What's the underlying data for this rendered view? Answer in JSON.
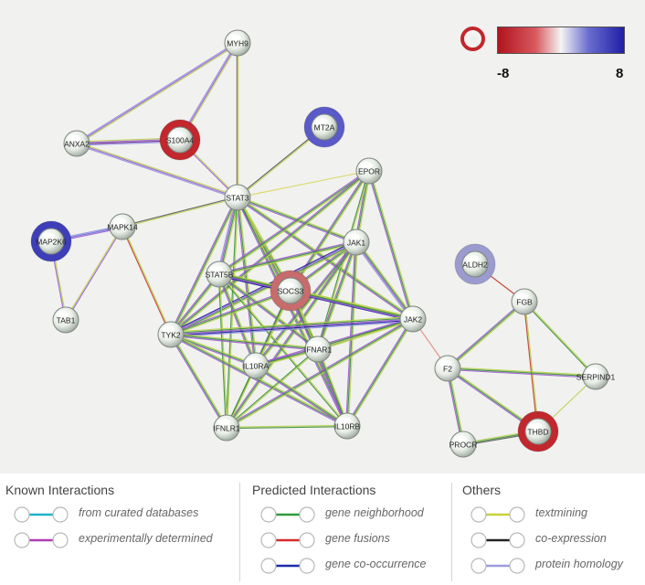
{
  "network": {
    "nodes": [
      {
        "id": "MYH9",
        "label": "MYH9",
        "ring": null
      },
      {
        "id": "ANXA2",
        "label": "ANXA2",
        "ring": null
      },
      {
        "id": "S100A4",
        "label": "S100A4",
        "ring": "#c1272d"
      },
      {
        "id": "MT2A",
        "label": "MT2A",
        "ring": "#5a5ac8"
      },
      {
        "id": "STAT3",
        "label": "STAT3",
        "ring": null
      },
      {
        "id": "EPOR",
        "label": "EPOR",
        "ring": null
      },
      {
        "id": "MAPK14",
        "label": "MAPK14",
        "ring": null
      },
      {
        "id": "MAP2K6",
        "label": "MAP2K6",
        "ring": "#3e3eb8"
      },
      {
        "id": "JAK1",
        "label": "JAK1",
        "ring": null
      },
      {
        "id": "STAT5B",
        "label": "STAT5B",
        "ring": null
      },
      {
        "id": "SOCS3",
        "label": "SOCS3",
        "ring": "#c76b6d"
      },
      {
        "id": "TAB1",
        "label": "TAB1",
        "ring": null
      },
      {
        "id": "TYK2",
        "label": "TYK2",
        "ring": null
      },
      {
        "id": "JAK2",
        "label": "JAK2",
        "ring": null
      },
      {
        "id": "IFNAR1",
        "label": "IFNAR1",
        "ring": null
      },
      {
        "id": "IL10RA",
        "label": "IL10RA",
        "ring": null
      },
      {
        "id": "IFNLR1",
        "label": "IFNLR1",
        "ring": null
      },
      {
        "id": "IL10RB",
        "label": "IL10RB",
        "ring": null
      },
      {
        "id": "ALDH2",
        "label": "ALDH2",
        "ring": "#9b9bcf"
      },
      {
        "id": "FGB",
        "label": "FGB",
        "ring": null
      },
      {
        "id": "F2",
        "label": "F2",
        "ring": null
      },
      {
        "id": "SERPIND1",
        "label": "SERPIND1",
        "ring": null
      },
      {
        "id": "PROCR",
        "label": "PROCR",
        "ring": null
      },
      {
        "id": "THBD",
        "label": "THBD",
        "ring": "#c1272d"
      }
    ],
    "edges": [
      {
        "s": "MYH9",
        "t": "ANXA2",
        "colors": [
          "#b7d14a",
          "#9b59d0",
          "#8f8fe0"
        ]
      },
      {
        "s": "MYH9",
        "t": "S100A4",
        "colors": [
          "#b7d14a",
          "#9b59d0",
          "#8f8fe0"
        ]
      },
      {
        "s": "MYH9",
        "t": "STAT3",
        "colors": [
          "#c5c04a",
          "#707050"
        ]
      },
      {
        "s": "ANXA2",
        "t": "S100A4",
        "colors": [
          "#b7d14a",
          "#9b59d0",
          "#6a2a8a",
          "#8f8fe0"
        ]
      },
      {
        "s": "ANXA2",
        "t": "STAT3",
        "colors": [
          "#b7d14a",
          "#9b59d0",
          "#8f8fe0"
        ]
      },
      {
        "s": "S100A4",
        "t": "STAT3",
        "colors": [
          "#b7d14a",
          "#9b59d0"
        ]
      },
      {
        "s": "MT2A",
        "t": "STAT3",
        "colors": [
          "#b7d14a",
          "#555555"
        ]
      },
      {
        "s": "STAT3",
        "t": "EPOR",
        "colors": [
          "#d8d860"
        ]
      },
      {
        "s": "STAT3",
        "t": "MAPK14",
        "colors": [
          "#b7d14a",
          "#555555"
        ]
      },
      {
        "s": "MAPK14",
        "t": "MAP2K6",
        "colors": [
          "#9b59d0",
          "#6a6ad8",
          "#8f8fe0"
        ]
      },
      {
        "s": "MAPK14",
        "t": "TAB1",
        "colors": [
          "#9b59d0",
          "#b7d14a"
        ]
      },
      {
        "s": "MAP2K6",
        "t": "TAB1",
        "colors": [
          "#b7d14a",
          "#9b59d0"
        ]
      },
      {
        "s": "MAPK14",
        "t": "TYK2",
        "colors": [
          "#b7d14a",
          "#c0392b"
        ]
      },
      {
        "s": "STAT3",
        "t": "JAK1",
        "colors": [
          "#b7d14a",
          "#3a8c3a",
          "#9b59d0"
        ]
      },
      {
        "s": "STAT3",
        "t": "STAT5B",
        "colors": [
          "#b7d14a",
          "#3a8c3a",
          "#9b59d0",
          "#8f8fe0"
        ]
      },
      {
        "s": "STAT3",
        "t": "SOCS3",
        "colors": [
          "#b7d14a",
          "#3a8c3a",
          "#9b59d0"
        ]
      },
      {
        "s": "STAT3",
        "t": "TYK2",
        "colors": [
          "#b7d14a",
          "#3a8c3a",
          "#9b59d0"
        ]
      },
      {
        "s": "STAT3",
        "t": "JAK2",
        "colors": [
          "#b7d14a",
          "#3a8c3a",
          "#9b59d0"
        ]
      },
      {
        "s": "STAT3",
        "t": "IFNAR1",
        "colors": [
          "#b7d14a",
          "#3a8c3a",
          "#9b59d0"
        ]
      },
      {
        "s": "STAT3",
        "t": "IL10RA",
        "colors": [
          "#b7d14a",
          "#3a8c3a",
          "#9b59d0"
        ]
      },
      {
        "s": "STAT3",
        "t": "IFNLR1",
        "colors": [
          "#b7d14a",
          "#3a8c3a"
        ]
      },
      {
        "s": "STAT3",
        "t": "IL10RB",
        "colors": [
          "#b7d14a",
          "#3a8c3a",
          "#9b59d0"
        ]
      },
      {
        "s": "EPOR",
        "t": "JAK1",
        "colors": [
          "#b7d14a",
          "#3a8c3a",
          "#9b59d0"
        ]
      },
      {
        "s": "EPOR",
        "t": "STAT5B",
        "colors": [
          "#b7d14a",
          "#3a8c3a",
          "#9b59d0"
        ]
      },
      {
        "s": "EPOR",
        "t": "SOCS3",
        "colors": [
          "#b7d14a",
          "#3a8c3a",
          "#9b59d0"
        ]
      },
      {
        "s": "EPOR",
        "t": "TYK2",
        "colors": [
          "#b7d14a",
          "#3a8c3a",
          "#9b59d0"
        ]
      },
      {
        "s": "EPOR",
        "t": "JAK2",
        "colors": [
          "#b7d14a",
          "#3a8c3a",
          "#9b59d0"
        ]
      },
      {
        "s": "EPOR",
        "t": "IFNAR1",
        "colors": [
          "#b7d14a",
          "#3a8c3a"
        ]
      },
      {
        "s": "JAK1",
        "t": "STAT5B",
        "colors": [
          "#b7d14a",
          "#3a8c3a",
          "#9b59d0"
        ]
      },
      {
        "s": "JAK1",
        "t": "SOCS3",
        "colors": [
          "#b7d14a",
          "#3a8c3a",
          "#9b59d0"
        ]
      },
      {
        "s": "JAK1",
        "t": "TYK2",
        "colors": [
          "#b7d14a",
          "#3a8c3a",
          "#9b59d0",
          "#1a1aa0"
        ]
      },
      {
        "s": "JAK1",
        "t": "JAK2",
        "colors": [
          "#b7d14a",
          "#3a8c3a",
          "#9b59d0",
          "#8f8fe0"
        ]
      },
      {
        "s": "JAK1",
        "t": "IFNAR1",
        "colors": [
          "#b7d14a",
          "#3a8c3a",
          "#9b59d0"
        ]
      },
      {
        "s": "JAK1",
        "t": "IL10RA",
        "colors": [
          "#b7d14a",
          "#3a8c3a",
          "#9b59d0"
        ]
      },
      {
        "s": "JAK1",
        "t": "IFNLR1",
        "colors": [
          "#b7d14a",
          "#3a8c3a",
          "#9b59d0"
        ]
      },
      {
        "s": "JAK1",
        "t": "IL10RB",
        "colors": [
          "#b7d14a",
          "#3a8c3a",
          "#9b59d0"
        ]
      },
      {
        "s": "STAT5B",
        "t": "SOCS3",
        "colors": [
          "#b7d14a",
          "#3a8c3a",
          "#9b59d0"
        ]
      },
      {
        "s": "STAT5B",
        "t": "TYK2",
        "colors": [
          "#b7d14a",
          "#3a8c3a",
          "#9b59d0"
        ]
      },
      {
        "s": "STAT5B",
        "t": "JAK2",
        "colors": [
          "#b7d14a",
          "#3a8c3a",
          "#9b59d0",
          "#1a1aa0"
        ]
      },
      {
        "s": "STAT5B",
        "t": "IFNAR1",
        "colors": [
          "#b7d14a",
          "#3a8c3a",
          "#9b59d0"
        ]
      },
      {
        "s": "STAT5B",
        "t": "IL10RA",
        "colors": [
          "#b7d14a",
          "#3a8c3a",
          "#9b59d0"
        ]
      },
      {
        "s": "STAT5B",
        "t": "IFNLR1",
        "colors": [
          "#b7d14a",
          "#3a8c3a"
        ]
      },
      {
        "s": "STAT5B",
        "t": "IL10RB",
        "colors": [
          "#b7d14a",
          "#3a8c3a"
        ]
      },
      {
        "s": "SOCS3",
        "t": "TYK2",
        "colors": [
          "#b7d14a",
          "#3a8c3a",
          "#9b59d0"
        ]
      },
      {
        "s": "SOCS3",
        "t": "JAK2",
        "colors": [
          "#b7d14a",
          "#3a8c3a",
          "#9b59d0"
        ]
      },
      {
        "s": "SOCS3",
        "t": "IFNAR1",
        "colors": [
          "#b7d14a",
          "#3a8c3a",
          "#9b59d0"
        ]
      },
      {
        "s": "SOCS3",
        "t": "IL10RA",
        "colors": [
          "#b7d14a",
          "#3a8c3a",
          "#9b59d0"
        ]
      },
      {
        "s": "SOCS3",
        "t": "IFNLR1",
        "colors": [
          "#b7d14a",
          "#3a8c3a"
        ]
      },
      {
        "s": "SOCS3",
        "t": "IL10RB",
        "colors": [
          "#b7d14a",
          "#3a8c3a",
          "#9b59d0"
        ]
      },
      {
        "s": "TYK2",
        "t": "JAK2",
        "colors": [
          "#b7d14a",
          "#3a8c3a",
          "#9b59d0",
          "#1a1aa0",
          "#8f8fe0"
        ]
      },
      {
        "s": "TYK2",
        "t": "IFNAR1",
        "colors": [
          "#b7d14a",
          "#3a8c3a",
          "#9b59d0"
        ]
      },
      {
        "s": "TYK2",
        "t": "IL10RA",
        "colors": [
          "#b7d14a",
          "#3a8c3a",
          "#9b59d0"
        ]
      },
      {
        "s": "TYK2",
        "t": "IFNLR1",
        "colors": [
          "#b7d14a",
          "#3a8c3a",
          "#9b59d0"
        ]
      },
      {
        "s": "TYK2",
        "t": "IL10RB",
        "colors": [
          "#b7d14a",
          "#3a8c3a",
          "#9b59d0"
        ]
      },
      {
        "s": "JAK2",
        "t": "IFNAR1",
        "colors": [
          "#b7d14a",
          "#3a8c3a",
          "#9b59d0"
        ]
      },
      {
        "s": "JAK2",
        "t": "IL10RA",
        "colors": [
          "#b7d14a",
          "#3a8c3a",
          "#9b59d0"
        ]
      },
      {
        "s": "JAK2",
        "t": "IFNLR1",
        "colors": [
          "#b7d14a",
          "#3a8c3a",
          "#9b59d0"
        ]
      },
      {
        "s": "JAK2",
        "t": "IL10RB",
        "colors": [
          "#b7d14a",
          "#3a8c3a",
          "#9b59d0"
        ]
      },
      {
        "s": "IFNAR1",
        "t": "IL10RA",
        "colors": [
          "#b7d14a",
          "#3a8c3a",
          "#9b59d0"
        ]
      },
      {
        "s": "IFNAR1",
        "t": "IFNLR1",
        "colors": [
          "#b7d14a",
          "#3a8c3a"
        ]
      },
      {
        "s": "IFNAR1",
        "t": "IL10RB",
        "colors": [
          "#b7d14a",
          "#3a8c3a",
          "#9b59d0"
        ]
      },
      {
        "s": "IL10RA",
        "t": "IFNLR1",
        "colors": [
          "#b7d14a",
          "#3a8c3a"
        ]
      },
      {
        "s": "IL10RA",
        "t": "IL10RB",
        "colors": [
          "#b7d14a",
          "#3a8c3a",
          "#9b59d0"
        ]
      },
      {
        "s": "IFNLR1",
        "t": "IL10RB",
        "colors": [
          "#b7d14a",
          "#3a8c3a"
        ]
      },
      {
        "s": "JAK2",
        "t": "F2",
        "colors": [
          "#e08a7a"
        ]
      },
      {
        "s": "ALDH2",
        "t": "FGB",
        "colors": [
          "#c0392b"
        ]
      },
      {
        "s": "FGB",
        "t": "F2",
        "colors": [
          "#b7d14a",
          "#3a8c3a",
          "#9b59d0"
        ]
      },
      {
        "s": "FGB",
        "t": "SERPIND1",
        "colors": [
          "#b7d14a",
          "#3a8c3a"
        ]
      },
      {
        "s": "FGB",
        "t": "THBD",
        "colors": [
          "#b7d14a",
          "#c0392b"
        ]
      },
      {
        "s": "F2",
        "t": "SERPIND1",
        "colors": [
          "#b7d14a",
          "#3a8c3a",
          "#9b59d0"
        ]
      },
      {
        "s": "F2",
        "t": "PROCR",
        "colors": [
          "#b7d14a",
          "#3a8c3a",
          "#9b59d0"
        ]
      },
      {
        "s": "F2",
        "t": "THBD",
        "colors": [
          "#b7d14a",
          "#3a8c3a",
          "#9b59d0"
        ]
      },
      {
        "s": "PROCR",
        "t": "THBD",
        "colors": [
          "#b7d14a",
          "#3a8c3a",
          "#555555"
        ]
      },
      {
        "s": "SERPIND1",
        "t": "THBD",
        "colors": [
          "#b7d14a"
        ]
      }
    ]
  },
  "color_scale": {
    "min_label": "-8",
    "max_label": "8",
    "low_color": "#b0141e",
    "mid_color": "#f4f4f4",
    "high_color": "#1f1fa6"
  },
  "legend": {
    "known": {
      "title": "Known Interactions",
      "items": [
        {
          "label": "from curated databases",
          "color": "#20b2c8"
        },
        {
          "label": "experimentally determined",
          "color": "#b03cb8"
        }
      ]
    },
    "predicted": {
      "title": "Predicted Interactions",
      "items": [
        {
          "label": "gene neighborhood",
          "color": "#2e9a3a"
        },
        {
          "label": "gene fusions",
          "color": "#d62b2b"
        },
        {
          "label": "gene co-occurrence",
          "color": "#1a2ca8"
        }
      ]
    },
    "others": {
      "title": "Others",
      "items": [
        {
          "label": "textmining",
          "color": "#c6d23a"
        },
        {
          "label": "co-expression",
          "color": "#222222"
        },
        {
          "label": "protein homology",
          "color": "#9b9bdd"
        }
      ]
    }
  }
}
